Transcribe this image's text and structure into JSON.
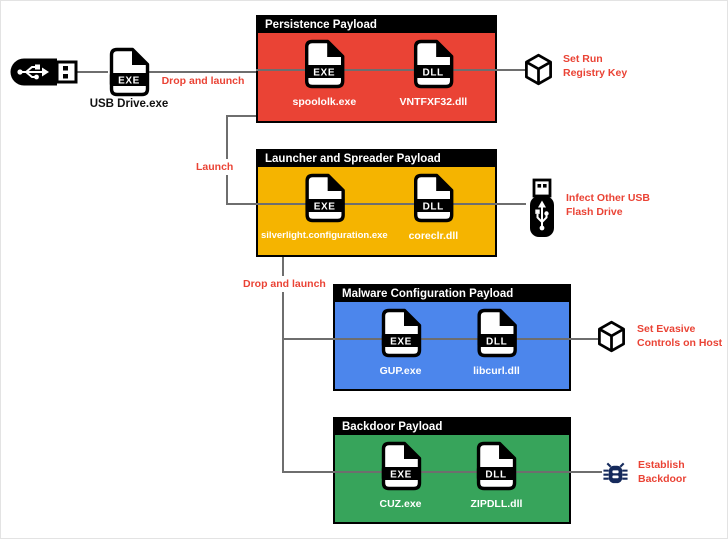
{
  "colors": {
    "red_box": "#EA4335",
    "yellow_box": "#F5B400",
    "blue_box": "#4C86EC",
    "green_box": "#37A45B",
    "label_red": "#EA4335",
    "line_gray": "#6E6E6E",
    "bug_navy": "#152A5C",
    "header_black": "#000000"
  },
  "source": {
    "file_label": "USB Drive.exe",
    "file_badge": "EXE"
  },
  "edges": {
    "drop_and_launch_1": "Drop and launch",
    "launch": "Launch",
    "drop_and_launch_2": "Drop and launch"
  },
  "payloads": [
    {
      "title": "Persistence Payload",
      "exe_badge": "EXE",
      "dll_badge": "DLL",
      "exe_name": "spoololk.exe",
      "dll_name": "VNTFXF32.dll",
      "color": "#EA4335",
      "outcome": {
        "icon": "cube-icon",
        "lines": [
          "Set Run",
          "Registry Key"
        ]
      }
    },
    {
      "title": "Launcher and Spreader Payload",
      "exe_badge": "EXE",
      "dll_badge": "DLL",
      "exe_name": "silverlight.configuration.exe",
      "dll_name": "coreclr.dll",
      "color": "#F5B400",
      "outcome": {
        "icon": "usb-flash-drive-icon",
        "lines": [
          "Infect Other USB",
          "Flash Drive"
        ]
      }
    },
    {
      "title": "Malware Configuration Payload",
      "exe_badge": "EXE",
      "dll_badge": "DLL",
      "exe_name": "GUP.exe",
      "dll_name": "libcurl.dll",
      "color": "#4C86EC",
      "outcome": {
        "icon": "cube-icon",
        "lines": [
          "Set Evasive",
          "Controls on Host"
        ]
      }
    },
    {
      "title": "Backdoor Payload",
      "exe_badge": "EXE",
      "dll_badge": "DLL",
      "exe_name": "CUZ.exe",
      "dll_name": "ZIPDLL.dll",
      "color": "#37A45B",
      "outcome": {
        "icon": "bug-icon",
        "lines": [
          "Establish",
          "Backdoor"
        ]
      }
    }
  ]
}
